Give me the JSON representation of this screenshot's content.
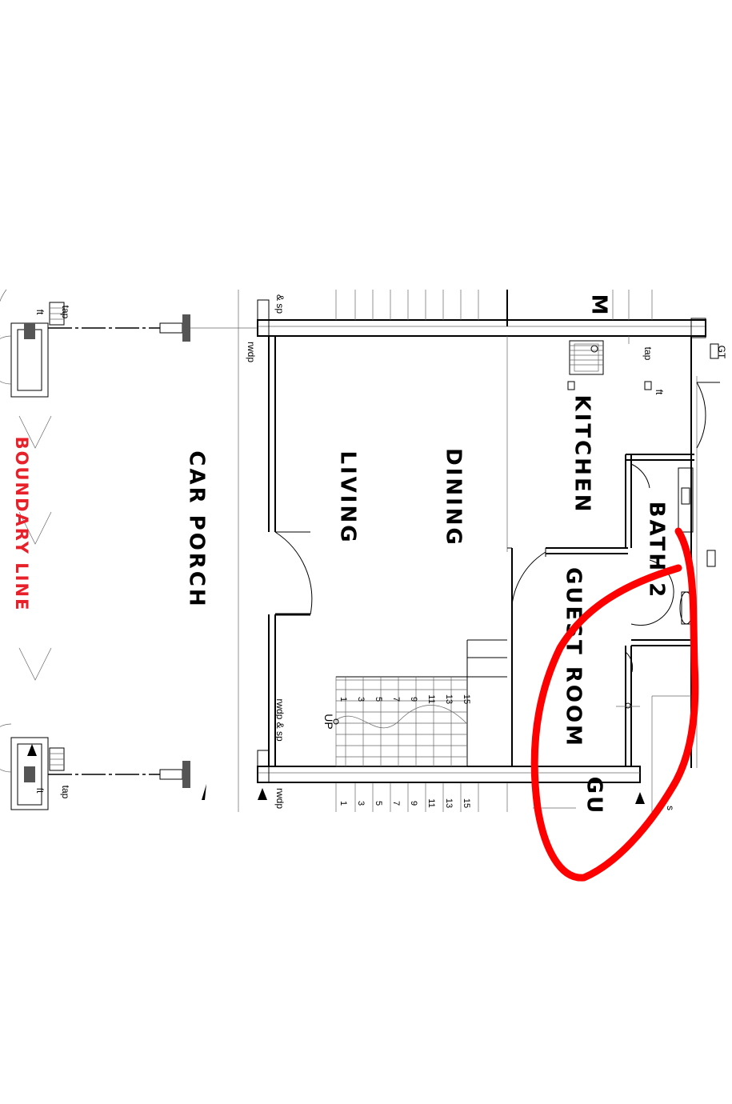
{
  "rooms": {
    "kitchen": "KITCHEN",
    "dining": "DINING",
    "living": "LIVING",
    "car_porch": "CAR PORCH",
    "bath": "BATH 2",
    "guest_room": "GUEST ROOM",
    "partial_m": "M",
    "partial_gu": "GU"
  },
  "boundary": {
    "label": "BOUNDARY LINE",
    "color": "#e8202a"
  },
  "annotations": {
    "tap": "tap",
    "ft": "ft",
    "gt": "GT",
    "rwdp": "rwdp",
    "rwdp_sp": "rwdp & sp",
    "sp": "& sp",
    "up": "UP",
    "s": "s"
  },
  "stairs": {
    "upper_steps": [
      "1",
      "3",
      "5",
      "7",
      "9",
      "11",
      "13",
      "15"
    ],
    "lower_steps": [
      "1",
      "3",
      "5",
      "7",
      "9",
      "11",
      "13",
      "15"
    ]
  },
  "markup": {
    "circle_color": "#ff0000"
  }
}
